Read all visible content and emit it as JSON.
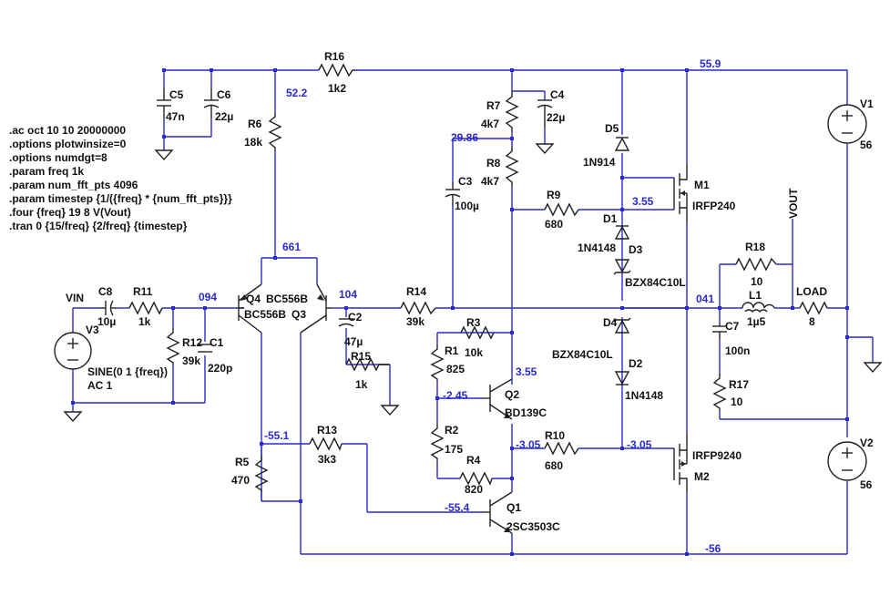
{
  "directives": [
    ".ac oct 10 10 20000000",
    ".options plotwinsize=0",
    ".options numdgt=8",
    ".param freq 1k",
    ".param num_fft_pts 4096",
    ".param timestep {1/({freq} * {num_fft_pts}}}",
    ".four {freq} 19 8 V(Vout)",
    ".tran 0 {15/freq} {2/freq} {timestep}"
  ],
  "components": {
    "R16": {
      "name": "R16",
      "value": "1k2"
    },
    "C5": {
      "name": "C5",
      "value": "47n"
    },
    "C6": {
      "name": "C6",
      "value": "22µ"
    },
    "R6": {
      "name": "R6",
      "value": "18k"
    },
    "R7": {
      "name": "R7",
      "value": "4k7"
    },
    "R8": {
      "name": "R8",
      "value": "4k7"
    },
    "C4": {
      "name": "C4",
      "value": "22µ"
    },
    "C3": {
      "name": "C3",
      "value": "100µ"
    },
    "R9": {
      "name": "R9",
      "value": "680"
    },
    "D5": {
      "name": "D5",
      "value": "1N914"
    },
    "D1": {
      "name": "D1",
      "value": "1N4148"
    },
    "D3": {
      "name": "D3",
      "value": "BZX84C10L"
    },
    "D4": {
      "name": "D4",
      "value": "BZX84C10L"
    },
    "D2": {
      "name": "D2",
      "value": "1N4148"
    },
    "M1": {
      "name": "M1",
      "value": "IRFP240"
    },
    "M2": {
      "name": "M2",
      "value": "IRFP9240"
    },
    "V1": {
      "name": "V1",
      "value": "56"
    },
    "V2": {
      "name": "V2",
      "value": "56"
    },
    "R18": {
      "name": "R18",
      "value": "10"
    },
    "L1": {
      "name": "L1",
      "value": "1µ5"
    },
    "LOAD": {
      "name": "LOAD",
      "value": "8"
    },
    "C7": {
      "name": "C7",
      "value": "100n"
    },
    "R17": {
      "name": "R17",
      "value": "10"
    },
    "C8": {
      "name": "C8",
      "value": "10µ"
    },
    "R11": {
      "name": "R11",
      "value": "1k"
    },
    "R12": {
      "name": "R12",
      "value": "39k"
    },
    "C1": {
      "name": "C1",
      "value": "220p"
    },
    "V3": {
      "name": "V3",
      "value": "SINE(0 1 {freq})",
      "value2": "AC 1"
    },
    "Q4": {
      "name": "Q4",
      "value": "BC556B"
    },
    "Q3": {
      "name": "Q3",
      "value": "BC556B"
    },
    "C2": {
      "name": "C2",
      "value": "47µ"
    },
    "R15": {
      "name": "R15",
      "value": "1k"
    },
    "R14": {
      "name": "R14",
      "value": "39k"
    },
    "R3": {
      "name": "R3",
      "value": "10k"
    },
    "R1": {
      "name": "R1",
      "value": "825"
    },
    "Q2": {
      "name": "Q2",
      "value": "BD139C"
    },
    "R2": {
      "name": "R2",
      "value": "175"
    },
    "R4": {
      "name": "R4",
      "value": "820"
    },
    "R10": {
      "name": "R10",
      "value": "680"
    },
    "R5": {
      "name": "R5",
      "value": "470"
    },
    "R13": {
      "name": "R13",
      "value": "3k3"
    },
    "Q1": {
      "name": "Q1",
      "value": "2SC3503C"
    }
  },
  "net_labels": {
    "vin": "VIN",
    "vout": "VOUT"
  },
  "node_voltages": {
    "v55_9": "55.9",
    "v52_2": "52.2",
    "v29_86": "29.86",
    "v3_55a": "3.55",
    "v661": "661",
    "v094": "094",
    "v104": "104",
    "v041": "041",
    "v3_55b": "3.55",
    "v2_45": "-2.45",
    "v3_05a": "-3.05",
    "v3_05b": "-3.05",
    "v55_1": "-55.1",
    "v55_4": "-55.4",
    "v56": "-56"
  }
}
